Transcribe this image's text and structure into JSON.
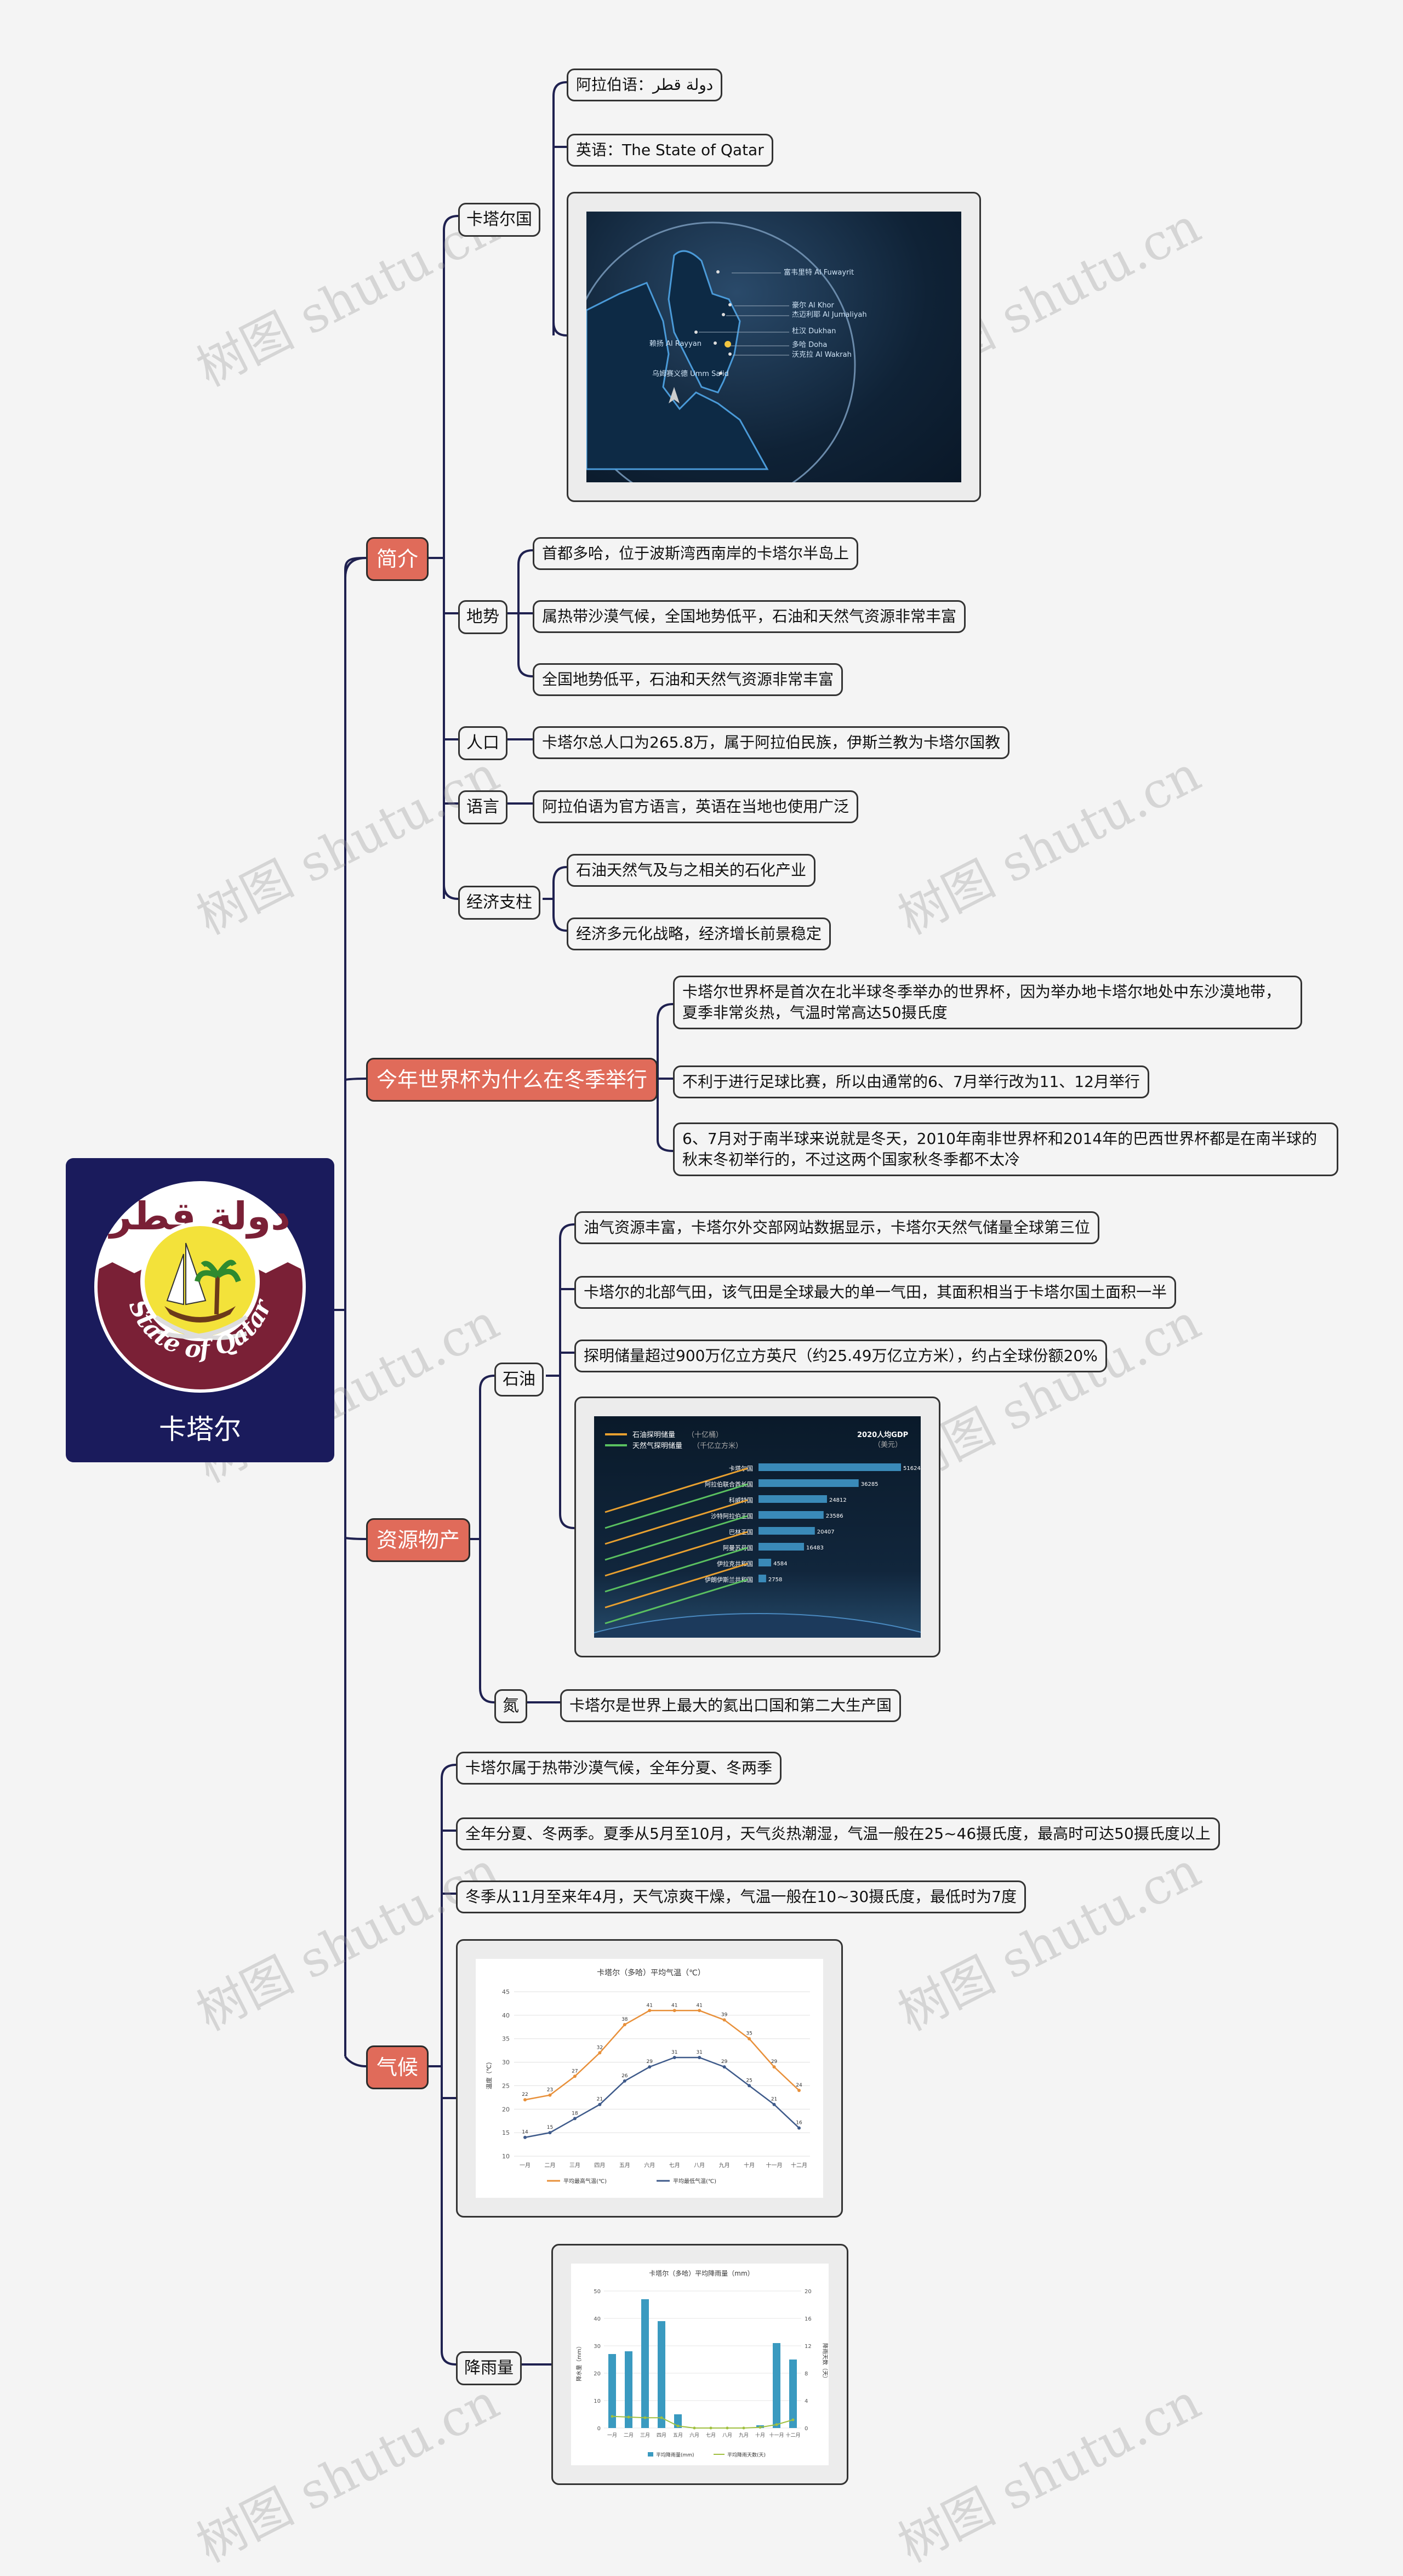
{
  "root": {
    "title": "卡塔尔",
    "emblem_text_arabic": "دولة قطر",
    "emblem_text_latin": "State of Qatar"
  },
  "branches": {
    "intro": {
      "label": "简介",
      "qatar": {
        "label": "卡塔尔国",
        "arabic_name": "阿拉伯语：دولة قطر",
        "english_name": "英语：The State of Qatar",
        "map": {
          "labels": [
            "富韦里特 Al Fuwayrit",
            "豪尔 Al Khor",
            "杰迈利耶 Al Jumaliyah",
            "杜汉 Dukhan",
            "赖扬 Al Rayyan",
            "多哈 Doha",
            "沃克拉 Al Wakrah",
            "乌姆赛义德 Umm Sa'id"
          ]
        }
      },
      "terrain": {
        "label": "地势",
        "items": [
          "首都多哈，位于波斯湾西南岸的卡塔尔半岛上",
          "属热带沙漠气候，全国地势低平，石油和天然气资源非常丰富",
          "全国地势低平，石油和天然气资源非常丰富"
        ]
      },
      "population": {
        "label": "人口",
        "text": "卡塔尔总人口为265.8万，属于阿拉伯民族，伊斯兰教为卡塔尔国教"
      },
      "language": {
        "label": "语言",
        "text": "阿拉伯语为官方语言，英语在当地也使用广泛"
      },
      "economy": {
        "label": "经济支柱",
        "items": [
          "石油天然气及与之相关的石化产业",
          "经济多元化战略，经济增长前景稳定"
        ]
      }
    },
    "worldcup": {
      "label": "今年世界杯为什么在冬季举行",
      "items": [
        "卡塔尔世界杯是首次在北半球冬季举办的世界杯，因为举办地卡塔尔地处中东沙漠地带，夏季非常炎热，气温时常高达50摄氏度",
        "不利于进行足球比赛，所以由通常的6、7月举行改为11、12月举行",
        "6、7月对于南半球来说就是冬天，2010年南非世界杯和2014年的巴西世界杯都是在南半球的秋末冬初举行的，不过这两个国家秋冬季都不太冷"
      ]
    },
    "resources": {
      "label": "资源物产",
      "oil": {
        "label": "石油",
        "items": [
          "油气资源丰富，卡塔尔外交部网站数据显示，卡塔尔天然气储量全球第三位",
          "卡塔尔的北部气田，该气田是全球最大的单一气田，其面积相当于卡塔尔国土面积一半",
          "探明储量超过900万亿立方英尺（约25.49万亿立方米），约占全球份额20%"
        ],
        "infographic": {
          "legend1": "石油探明储量",
          "legend1_unit": "（十亿桶）",
          "legend2": "天然气探明储量",
          "legend2_unit": "（千亿立方米）",
          "gdp_title": "2020人均GDP",
          "gdp_unit": "（美元）",
          "rows": [
            "卡塔尔国",
            "阿拉伯联合酋长国",
            "科威特国",
            "沙特阿拉伯王国",
            "巴林王国",
            "阿曼苏丹国",
            "伊拉克共和国",
            "伊朗伊斯兰共和国"
          ],
          "gdp_values": [
            "51624",
            "36285",
            "24812",
            "23586",
            "20407",
            "16483",
            "4584",
            "2758"
          ]
        }
      },
      "nitrogen": {
        "label": "氮",
        "text": "卡塔尔是世界上最大的氦出口国和第二大生产国"
      }
    },
    "climate": {
      "label": "气候",
      "items": [
        "卡塔尔属于热带沙漠气候，全年分夏、冬两季",
        "全年分夏、冬两季。夏季从5月至10月，天气炎热潮湿，气温一般在25~46摄氏度，最高时可达50摄氏度以上",
        "冬季从11月至来年4月，天气凉爽干燥，气温一般在10~30摄氏度，最低时为7度"
      ],
      "rainfall_label": "降雨量"
    }
  },
  "chart_data": [
    {
      "type": "line",
      "title": "卡塔尔（多哈）平均气温（℃）",
      "ylabel": "温度（℃）",
      "ylim": [
        10,
        45
      ],
      "yticks": [
        10,
        15,
        20,
        25,
        30,
        35,
        40,
        45
      ],
      "categories": [
        "一月",
        "二月",
        "三月",
        "四月",
        "五月",
        "六月",
        "七月",
        "八月",
        "九月",
        "十月",
        "十一月",
        "十二月"
      ],
      "series": [
        {
          "name": "平均最高气温(℃)",
          "color": "#e8903a",
          "values": [
            22,
            23,
            27,
            32,
            38,
            41,
            41,
            41,
            39,
            35,
            29,
            24
          ]
        },
        {
          "name": "平均最低气温(℃)",
          "color": "#3e5a8a",
          "values": [
            14,
            15,
            18,
            21,
            26,
            29,
            31,
            31,
            29,
            25,
            21,
            16
          ]
        }
      ],
      "grid": true,
      "legend": "bottom"
    },
    {
      "type": "bar",
      "title": "卡塔尔（多哈）平均降雨量（mm）",
      "ylabel": "降水量（mm）",
      "y2label": "降雨天数（天）",
      "ylim": [
        0,
        50
      ],
      "y2lim": [
        0,
        20
      ],
      "categories": [
        "一月",
        "二月",
        "三月",
        "四月",
        "五月",
        "六月",
        "七月",
        "八月",
        "九月",
        "十月",
        "十一月",
        "十二月"
      ],
      "series": [
        {
          "name": "平均降雨量(mm)",
          "color": "#3a9ac0",
          "values": [
            27,
            28,
            47,
            39,
            5,
            0,
            0,
            0,
            0,
            1,
            31,
            25
          ]
        },
        {
          "name": "平均降雨天数(天)",
          "color": "#a0c040",
          "values": [
            1.7,
            1.6,
            1.5,
            1.5,
            0.3,
            0,
            0,
            0,
            0,
            0.1,
            0.5,
            1.2
          ]
        }
      ],
      "grid": true,
      "legend": "bottom"
    }
  ],
  "watermark": "树图 shutu.cn",
  "colors": {
    "main_node": "#e06b5a",
    "root_bg": "#1a1b5c",
    "line": "#1f2150",
    "emblem_maroon": "#7a2036"
  }
}
